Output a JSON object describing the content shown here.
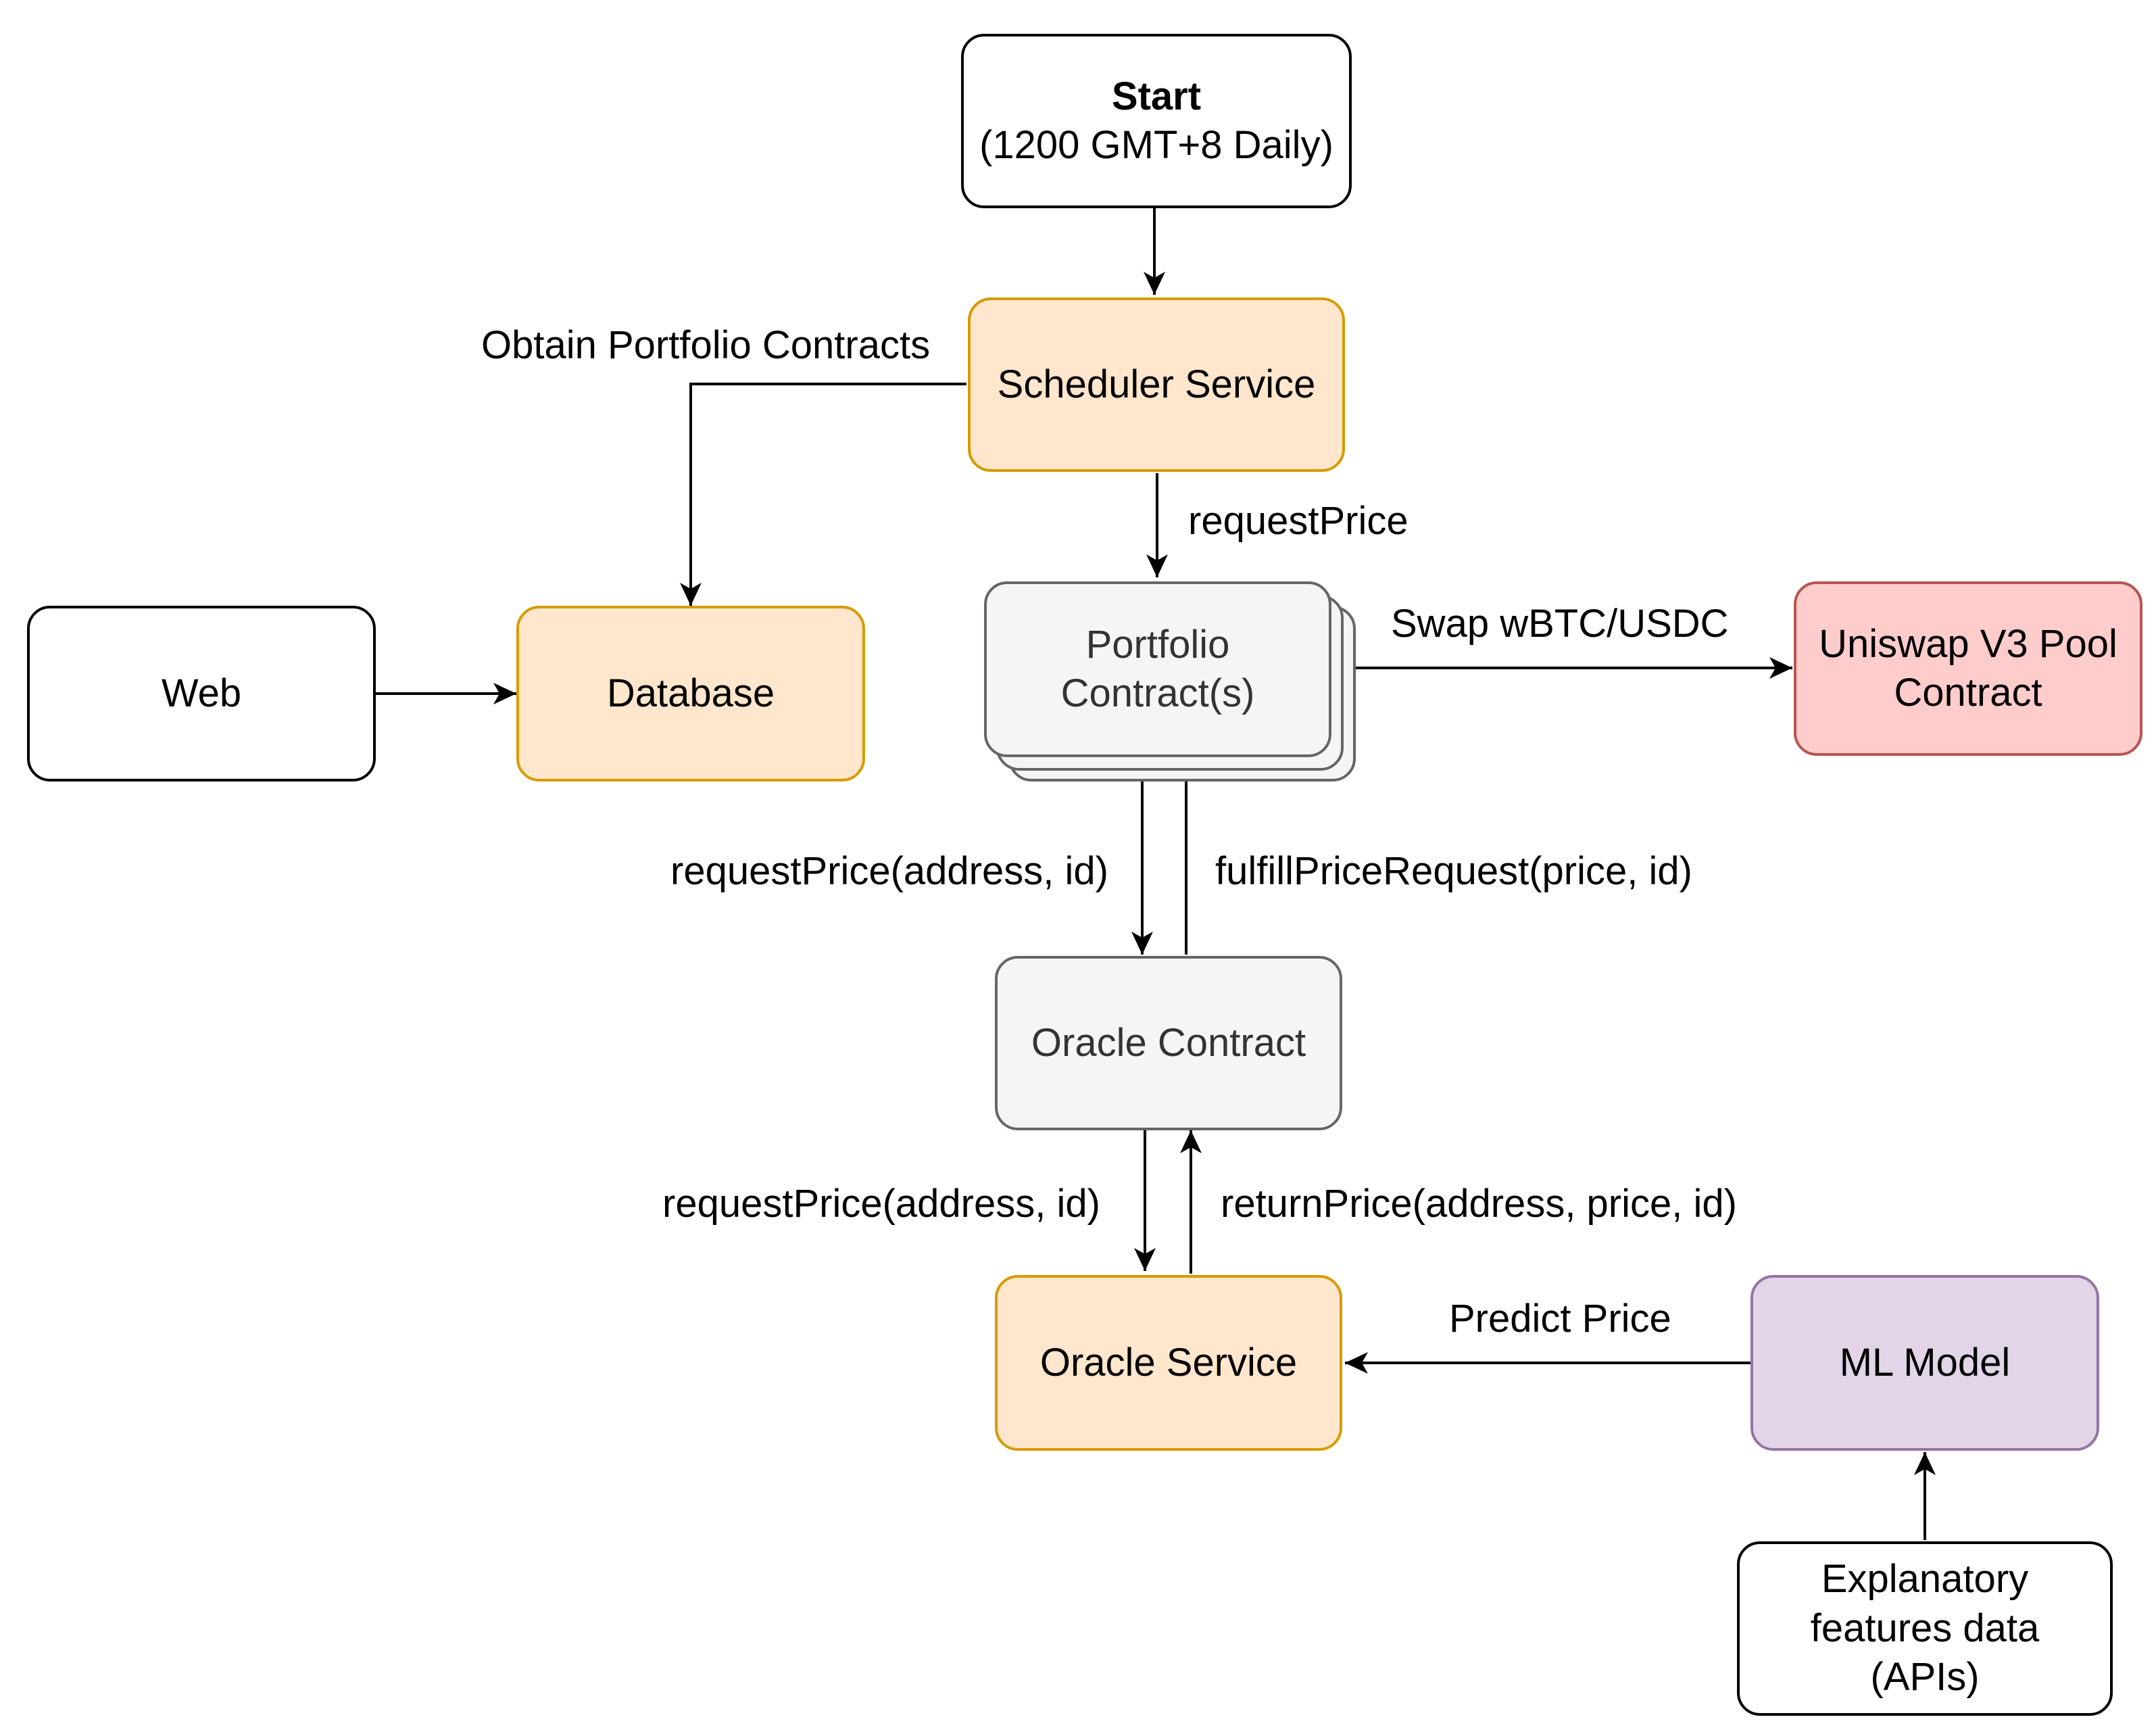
{
  "nodes": {
    "start": {
      "title": "Start",
      "subtitle": "(1200 GMT+8 Daily)"
    },
    "scheduler": {
      "label": "Scheduler Service"
    },
    "web": {
      "label": "Web"
    },
    "database": {
      "label": "Database"
    },
    "portfolio": {
      "line1": "Portfolio",
      "line2": "Contract(s)"
    },
    "uniswap": {
      "line1": "Uniswap V3 Pool",
      "line2": "Contract"
    },
    "oracle_contract": {
      "label": "Oracle Contract"
    },
    "oracle_service": {
      "label": "Oracle Service"
    },
    "ml_model": {
      "label": "ML Model"
    },
    "features": {
      "line1": "Explanatory",
      "line2": "features data",
      "line3": "(APIs)"
    }
  },
  "edges": {
    "obtain_portfolio": "Obtain Portfolio Contracts",
    "request_price": "requestPrice",
    "swap": "Swap wBTC/USDC",
    "request_price_addr_1": "requestPrice(address, id)",
    "fulfill_price": "fulfillPriceRequest(price, id)",
    "request_price_addr_2": "requestPrice(address, id)",
    "return_price": "returnPrice(address, price, id)",
    "predict_price": "Predict Price"
  },
  "colors": {
    "orange_fill": "#ffe6cc",
    "orange_stroke": "#d79b00",
    "gray_fill": "#f5f5f5",
    "gray_stroke": "#666666",
    "red_fill": "#ffcccc",
    "red_stroke": "#b85450",
    "purple_fill": "#e1d5e7",
    "purple_stroke": "#9673a6"
  }
}
